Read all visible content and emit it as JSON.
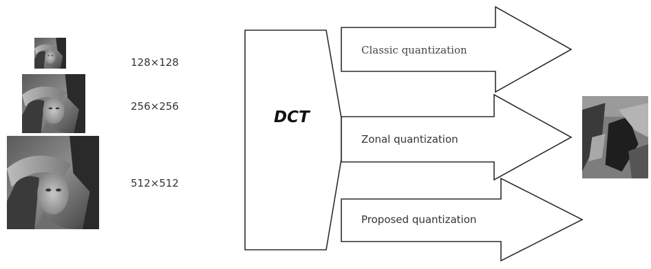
{
  "inputs": {
    "sizes": [
      "128×128",
      "256×256",
      "512×512"
    ],
    "image_icon": "lena-grayscale-photo"
  },
  "transform": {
    "label": "DCT"
  },
  "methods": [
    {
      "label": "Classic quantization"
    },
    {
      "label": "Zonal quantization"
    },
    {
      "label": "Proposed quantization"
    }
  ],
  "output": {
    "image_icon": "lena-grayscale-photo-zoomed"
  },
  "colors": {
    "stroke": "#2b2b2b",
    "background": "#ffffff"
  }
}
